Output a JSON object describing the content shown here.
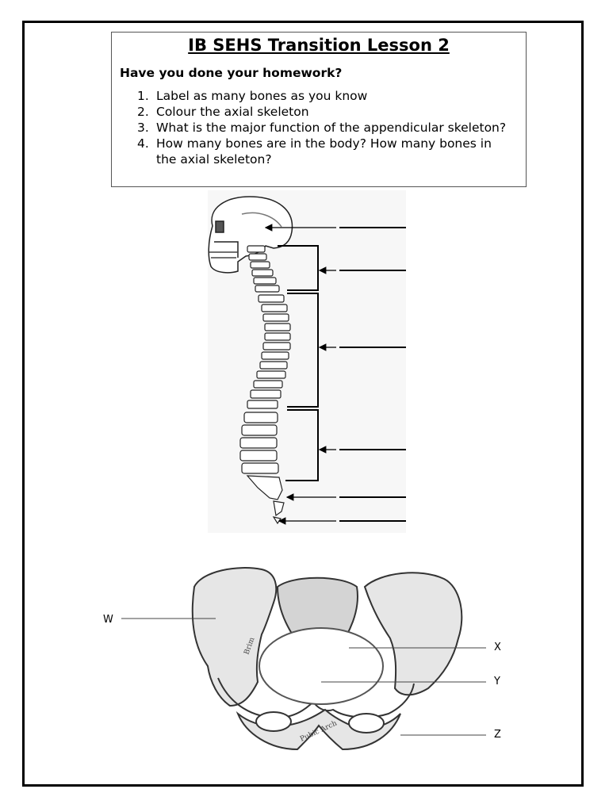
{
  "worksheet": {
    "title": "IB SEHS Transition Lesson 2",
    "subtitle": "Have you done your homework?",
    "tasks": [
      {
        "num": "1.",
        "text": "Label as many bones as you know"
      },
      {
        "num": "2.",
        "text": "Colour the axial skeleton"
      },
      {
        "num": "3.",
        "text": "What is the major function of the appendicular skeleton?"
      },
      {
        "num": "4.",
        "text": "How many bones are in the body? How many bones in the axial skeleton?"
      }
    ]
  },
  "pelvis_labels": {
    "w": "W",
    "x": "X",
    "y": "Y",
    "z": "Z",
    "brim": "Brim",
    "pubic_arch": "Pubic Arch"
  },
  "colors": {
    "ink": "#000000",
    "bone_shade": "#bdbdbd"
  }
}
